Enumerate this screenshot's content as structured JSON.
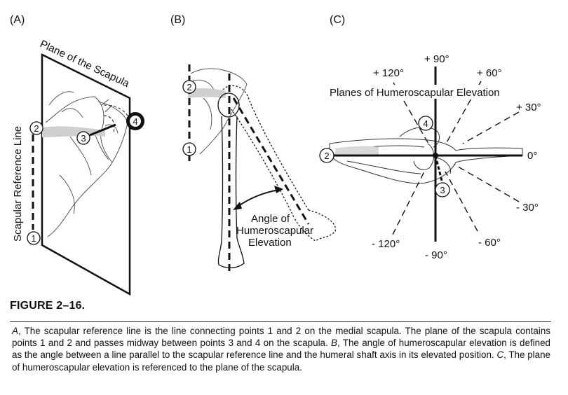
{
  "panels": {
    "a": "(A)",
    "b": "(B)",
    "c": "(C)"
  },
  "labels": {
    "plane_of_scapula": "Plane of the Scapula",
    "scapular_reference_line": "Scapular Reference Line",
    "angle_line1": "Angle of",
    "angle_line2": "Humeroscapular",
    "angle_line3": "Elevation",
    "planes_title": "Planes of Humeroscapular Elevation"
  },
  "points": [
    "1",
    "2",
    "3",
    "4"
  ],
  "angles": {
    "p90": "+ 90°",
    "p120": "+ 120°",
    "p60": "+ 60°",
    "p30": "+ 30°",
    "zero": "0°",
    "m30": "- 30°",
    "m60": "- 60°",
    "m90": "- 90°",
    "m120": "- 120°"
  },
  "figure_title": "FIGURE 2–16.",
  "caption": {
    "a_letter": "A",
    "a_text": ", The scapular reference line is the line connecting points 1 and 2 on the medial scapula. The plane of the scapula contains points 1 and 2 and passes midway between points 3 and 4 on the scapula. ",
    "b_letter": "B",
    "b_text": ", The angle of humeroscapular elevation is defined as the angle between a line parallel to the scapular reference line and the humeral shaft axis in its elevated position. ",
    "c_letter": "C",
    "c_text": ", The plane of humeroscapular elevation is referenced to the plane of the scapula."
  }
}
